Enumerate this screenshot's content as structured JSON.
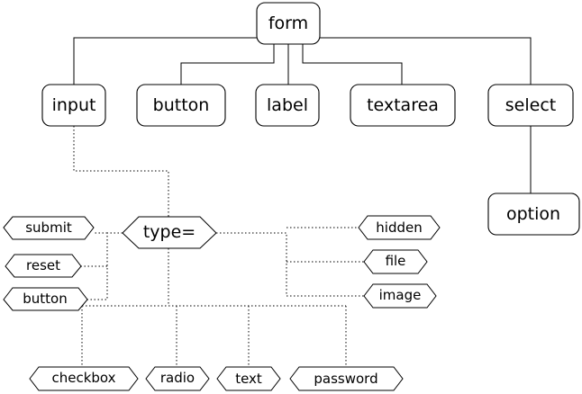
{
  "diagram": {
    "root": "form",
    "elements": {
      "input": "input",
      "button": "button",
      "label": "label",
      "textarea": "textarea",
      "select": "select",
      "option": "option"
    },
    "type_attr": "type=",
    "types": {
      "submit": "submit",
      "reset": "reset",
      "button": "button",
      "hidden": "hidden",
      "file": "file",
      "image": "image",
      "checkbox": "checkbox",
      "radio": "radio",
      "text": "text",
      "password": "password"
    }
  }
}
